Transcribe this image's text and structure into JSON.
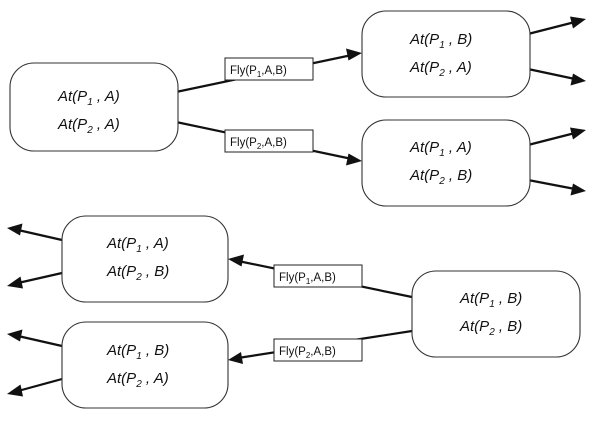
{
  "states": [
    {
      "id": "s1",
      "facts": [
        {
          "pre": "At(P",
          "sub": "1",
          "post": " , A)"
        },
        {
          "pre": "At(P",
          "sub": "2",
          "post": " , A)"
        }
      ]
    },
    {
      "id": "s2",
      "facts": [
        {
          "pre": "At(P",
          "sub": "1",
          "post": " , B)"
        },
        {
          "pre": "At(P",
          "sub": "2",
          "post": " , A)"
        }
      ]
    },
    {
      "id": "s3",
      "facts": [
        {
          "pre": "At(P",
          "sub": "1",
          "post": " , A)"
        },
        {
          "pre": "At(P",
          "sub": "2",
          "post": " , B)"
        }
      ]
    },
    {
      "id": "s4",
      "facts": [
        {
          "pre": "At(P",
          "sub": "1",
          "post": " , A)"
        },
        {
          "pre": "At(P",
          "sub": "2",
          "post": " , B)"
        }
      ]
    },
    {
      "id": "s5",
      "facts": [
        {
          "pre": "At(P",
          "sub": "1",
          "post": " , B)"
        },
        {
          "pre": "At(P",
          "sub": "2",
          "post": " , A)"
        }
      ]
    },
    {
      "id": "s6",
      "facts": [
        {
          "pre": "At(P",
          "sub": "1",
          "post": " , B)"
        },
        {
          "pre": "At(P",
          "sub": "2",
          "post": " , B)"
        }
      ]
    }
  ],
  "actions": [
    {
      "id": "a1",
      "pre": "Fly(P",
      "sub": "1",
      "post": ",A,B)"
    },
    {
      "id": "a2",
      "pre": "Fly(P",
      "sub": "2",
      "post": ",A,B)"
    },
    {
      "id": "a3",
      "pre": "Fly(P",
      "sub": "1",
      "post": ",A,B)"
    },
    {
      "id": "a4",
      "pre": "Fly(P",
      "sub": "2",
      "post": ",A,B)"
    }
  ]
}
